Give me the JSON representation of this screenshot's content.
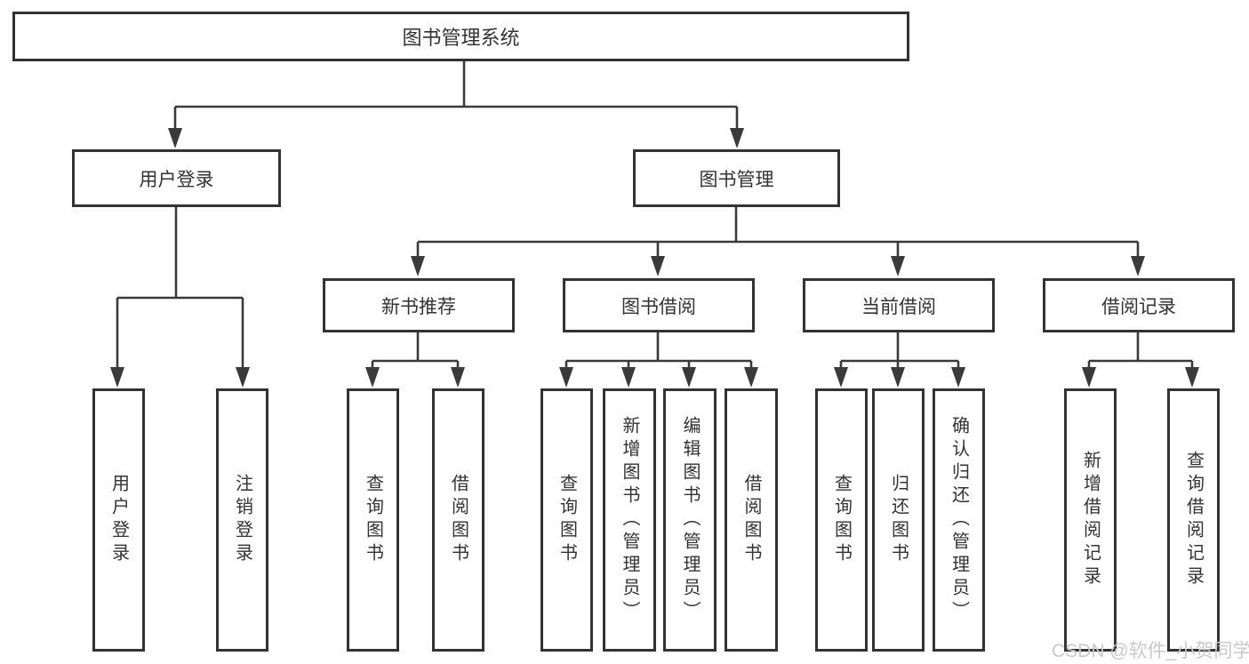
{
  "tree": {
    "root": {
      "label": "图书管理系统"
    },
    "level1": [
      {
        "label": "用户登录"
      },
      {
        "label": "图书管理"
      }
    ],
    "level2": [
      {
        "label": "新书推荐"
      },
      {
        "label": "图书借阅"
      },
      {
        "label": "当前借阅"
      },
      {
        "label": "借阅记录"
      }
    ],
    "leaves": {
      "user_login": [
        {
          "label": "用户登录"
        },
        {
          "label": "注销登录"
        }
      ],
      "new_book": [
        {
          "label": "查询图书"
        },
        {
          "label": "借阅图书"
        }
      ],
      "book_borrow": [
        {
          "label": "查询图书"
        },
        {
          "label": "新增图书（管理员）"
        },
        {
          "label": "编辑图书（管理员）"
        },
        {
          "label": "借阅图书"
        }
      ],
      "current_borrow": [
        {
          "label": "查询图书"
        },
        {
          "label": "归还图书"
        },
        {
          "label": "确认归还（管理员）"
        }
      ],
      "borrow_record": [
        {
          "label": "新增借阅记录"
        },
        {
          "label": "查询借阅记录"
        }
      ]
    }
  },
  "watermark": {
    "text": "CSDN @软件_小贺同学",
    "color": "#c9c9c9"
  },
  "colors": {
    "line": "#3a3a3a",
    "box_border": "#333333",
    "text": "#333333",
    "background": "#ffffff"
  }
}
